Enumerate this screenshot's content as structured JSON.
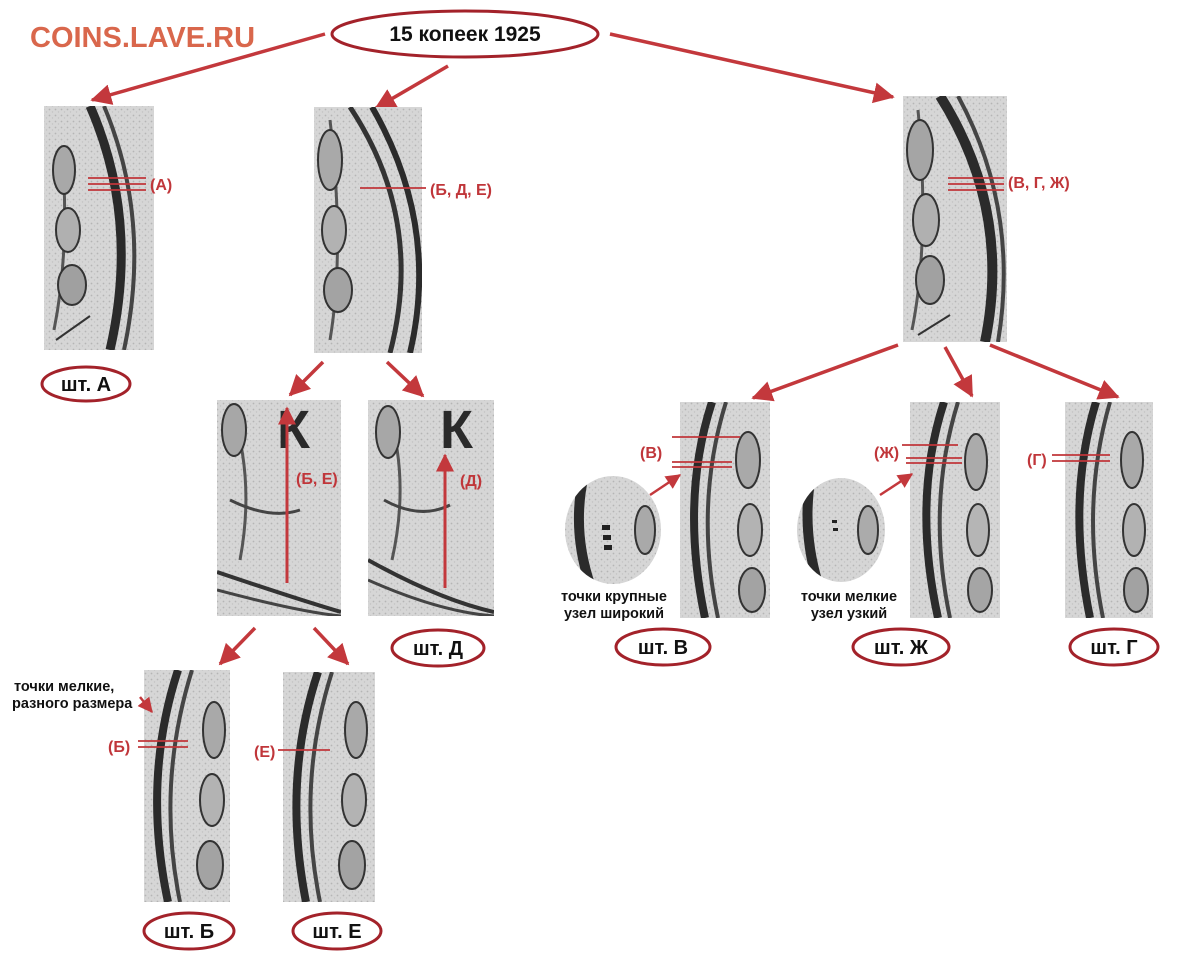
{
  "watermark": "COINS.LAVE.RU",
  "title": "15 копеек 1925",
  "dies": {
    "a": "шт. А",
    "b": "шт. Б",
    "v": "шт. В",
    "g": "шт. Г",
    "d": "шт. Д",
    "e": "шт. Е",
    "zh": "шт. Ж"
  },
  "marks": {
    "a": "(А)",
    "bde": "(Б, Д, Е)",
    "vgzh": "(В, Г, Ж)",
    "be": "(Б, Е)",
    "d": "(Д)",
    "v": "(В)",
    "zh": "(Ж)",
    "g": "(Г)",
    "b": "(Б)",
    "e": "(Е)"
  },
  "letter_k": "К",
  "notes": {
    "v_line1": "точки крупные",
    "v_line2": "узел широкий",
    "zh_line1": "точки мелкие",
    "zh_line2": "узел узкий",
    "b_line1": "точки мелкие,",
    "b_line2": "разного размера"
  },
  "colors": {
    "arrow": "#c3383c",
    "ellipse_border": "#a3222a",
    "watermark": "#d9674c"
  }
}
